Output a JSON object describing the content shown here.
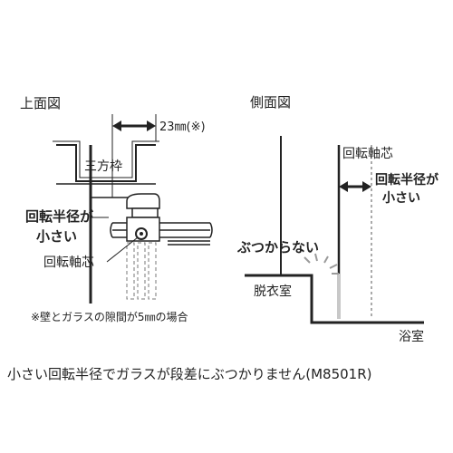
{
  "top_view": {
    "heading": "上面図",
    "dimension": "23㎜(※)",
    "frame_label": "三方枠",
    "radius_line1": "回転半径が",
    "radius_line2": "小さい",
    "axis_label": "回転軸芯",
    "note": "※壁とガラスの隙間が5㎜の場合"
  },
  "side_view": {
    "heading": "側面図",
    "axis_label": "回転軸芯",
    "radius_line1": "回転半径が",
    "radius_line2": "小さい",
    "no_hit": "ぶつからない",
    "dressing_room": "脱衣室",
    "bathroom": "浴室"
  },
  "caption": "小さい回転半径でガラスが段差にぶつかりません(M8501R)",
  "colors": {
    "line": "#222222",
    "gray": "#9a9a9a",
    "light_gray": "#c8c8c8",
    "background": "#ffffff"
  }
}
